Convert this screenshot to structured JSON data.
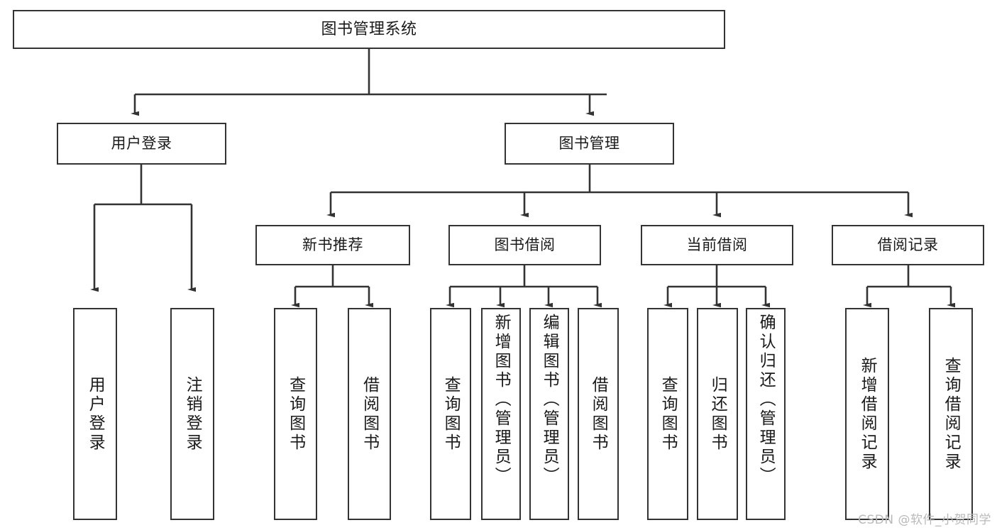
{
  "diagram": {
    "title": "图书管理系统",
    "type": "tree-hierarchy-chart",
    "watermark": "CSDN @软件_小贺同学",
    "colors": {
      "background": "#ffffff",
      "node_border": "#333333",
      "node_fill": "#ffffff",
      "edge": "#333333",
      "text": "#1a1a1a",
      "watermark": "#b9b9b9"
    },
    "nodes": {
      "root": {
        "label": "图书管理系统"
      },
      "level2": [
        {
          "id": "user-login",
          "label": "用户登录"
        },
        {
          "id": "book-management",
          "label": "图书管理"
        }
      ],
      "level3": [
        {
          "id": "new-book-recommend",
          "label": "新书推荐"
        },
        {
          "id": "book-borrow",
          "label": "图书借阅"
        },
        {
          "id": "current-borrow",
          "label": "当前借阅"
        },
        {
          "id": "borrow-record",
          "label": "借阅记录"
        }
      ],
      "leaves": [
        {
          "id": "leaf-user-login",
          "label": "用户登录",
          "parent": "user-login"
        },
        {
          "id": "leaf-logout",
          "label": "注销登录",
          "parent": "user-login"
        },
        {
          "id": "leaf-query-book-1",
          "label": "查询图书",
          "parent": "new-book-recommend"
        },
        {
          "id": "leaf-borrow-book-1",
          "label": "借阅图书",
          "parent": "new-book-recommend"
        },
        {
          "id": "leaf-query-book-2",
          "label": "查询图书",
          "parent": "book-borrow"
        },
        {
          "id": "leaf-add-book",
          "label": "新增图书（管理员）",
          "parent": "book-borrow"
        },
        {
          "id": "leaf-edit-book",
          "label": "编辑图书（管理员）",
          "parent": "book-borrow"
        },
        {
          "id": "leaf-borrow-book-2",
          "label": "借阅图书",
          "parent": "book-borrow"
        },
        {
          "id": "leaf-query-book-3",
          "label": "查询图书",
          "parent": "current-borrow"
        },
        {
          "id": "leaf-return-book",
          "label": "归还图书",
          "parent": "current-borrow"
        },
        {
          "id": "leaf-confirm-return",
          "label": "确认归还（管理员）",
          "parent": "current-borrow"
        },
        {
          "id": "leaf-add-record",
          "label": "新增借阅记录",
          "parent": "borrow-record"
        },
        {
          "id": "leaf-query-record",
          "label": "查询借阅记录",
          "parent": "borrow-record"
        }
      ]
    }
  }
}
